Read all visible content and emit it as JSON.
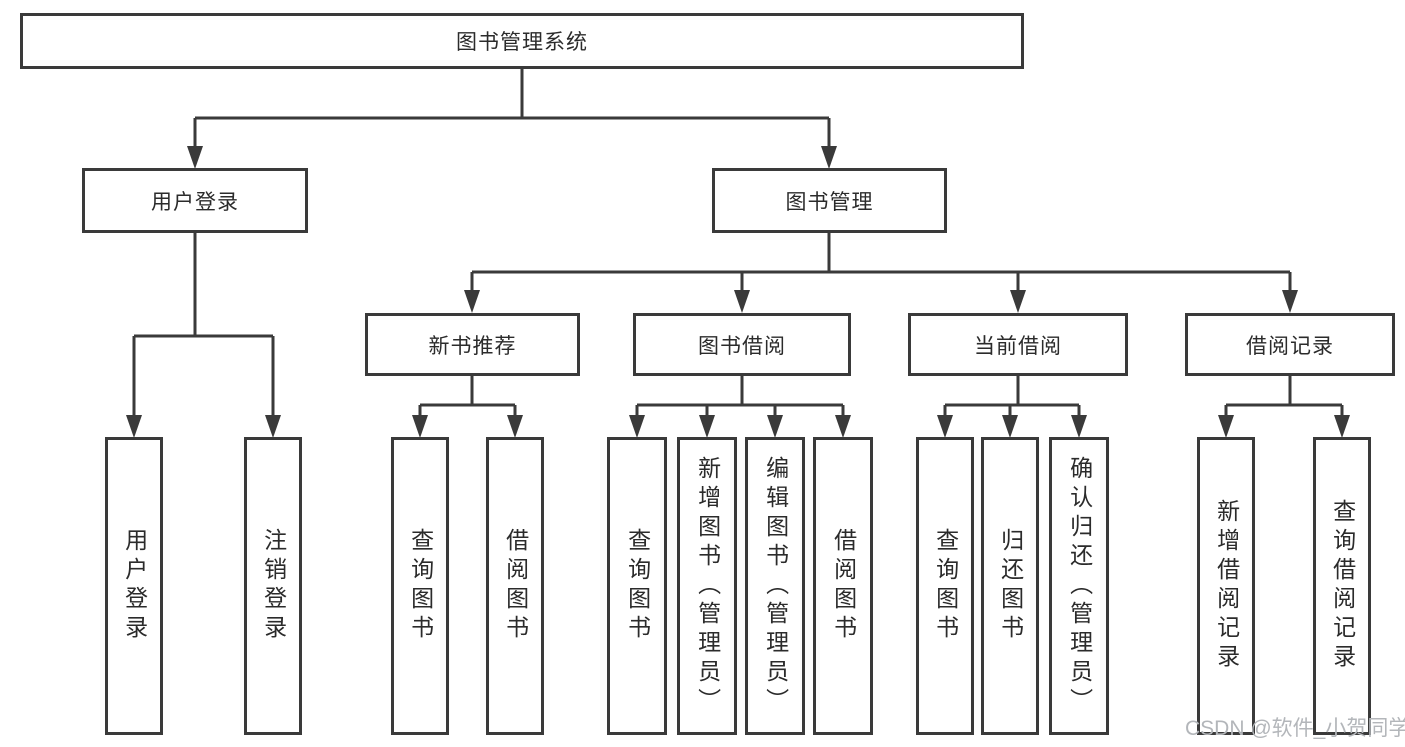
{
  "colors": {
    "line": "#3a3a3a",
    "box_border": "#3a3a3a",
    "text": "#2b2b2b",
    "background": "#ffffff",
    "watermark": "#b3b6ba"
  },
  "root": {
    "label": "图书管理系统"
  },
  "branches": {
    "user": {
      "label": "用户登录",
      "children": [
        {
          "label": "用户登录"
        },
        {
          "label": "注销登录"
        }
      ]
    },
    "book": {
      "label": "图书管理"
    }
  },
  "sections": [
    {
      "label": "新书推荐",
      "children": [
        {
          "label": "查询图书"
        },
        {
          "label": "借阅图书"
        }
      ]
    },
    {
      "label": "图书借阅",
      "children": [
        {
          "label": "查询图书"
        },
        {
          "label": "新增图书（管理员）"
        },
        {
          "label": "编辑图书（管理员）"
        },
        {
          "label": "借阅图书"
        }
      ]
    },
    {
      "label": "当前借阅",
      "children": [
        {
          "label": "查询图书"
        },
        {
          "label": "归还图书"
        },
        {
          "label": "确认归还（管理员）"
        }
      ]
    },
    {
      "label": "借阅记录",
      "children": [
        {
          "label": "新增借阅记录"
        },
        {
          "label": "查询借阅记录"
        }
      ]
    }
  ],
  "watermark": {
    "text": "CSDN @软件_小贺同学"
  }
}
